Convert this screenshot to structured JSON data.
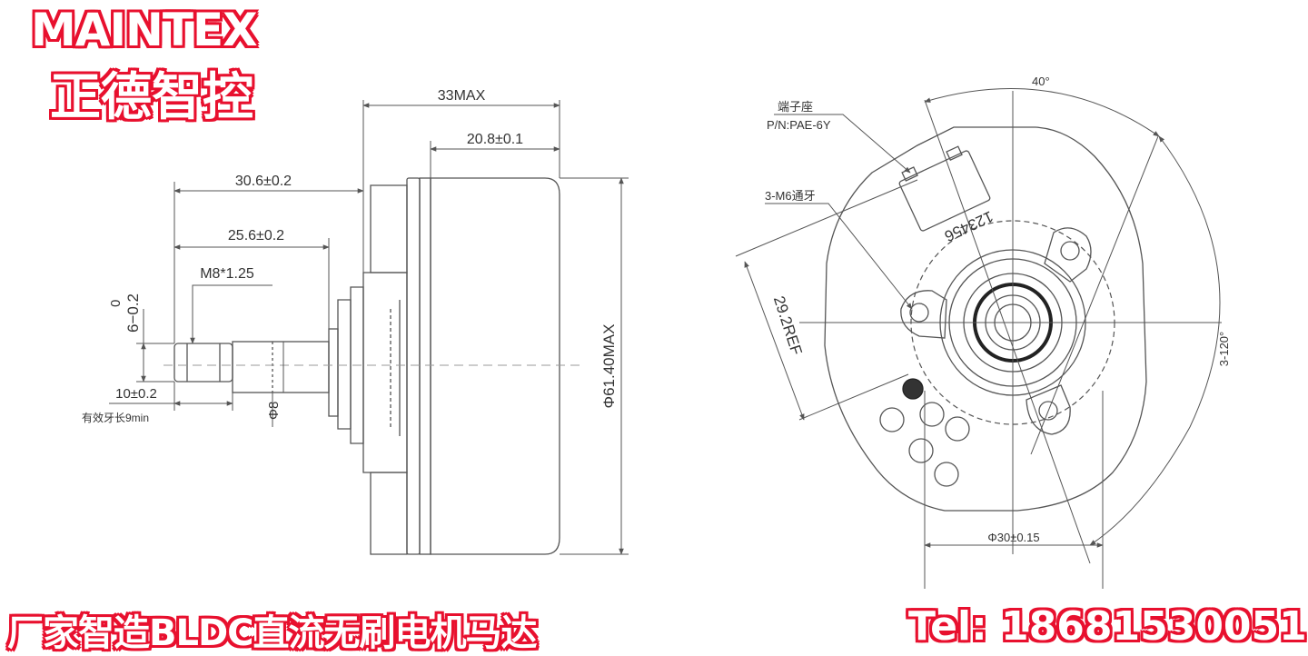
{
  "brand": {
    "name_en": "MAINTEX",
    "name_cn": "正德智控",
    "accent_color": "#e8102e"
  },
  "footer": {
    "slogan": "厂家智造BLDC直流无刷电机马达",
    "phone": "Tel: 18681530051"
  },
  "side_view": {
    "dim_overall_length": "33MAX",
    "dim_body_length": "20.8±0.1",
    "dim_shaft_length_1": "30.6±0.2",
    "dim_shaft_length_2": "25.6±0.2",
    "thread_spec": "M8*1.25",
    "shaft_flat_top": "0",
    "shaft_flat": "6−0.2",
    "thread_length": "10±0.2",
    "thread_note": "有效牙长9min",
    "shaft_diameter": "Φ8",
    "body_diameter": "Φ61.40MAX"
  },
  "front_view": {
    "angle_top": "40°",
    "connector_label": "端子座",
    "connector_pn": "P/N:PAE-6Y",
    "screw_label": "3-M6通牙",
    "pin_numbers": "123456",
    "ref_dim": "29.2REF",
    "angle_spacing": "3-120°",
    "bore_diameter": "Φ30±0.15"
  }
}
